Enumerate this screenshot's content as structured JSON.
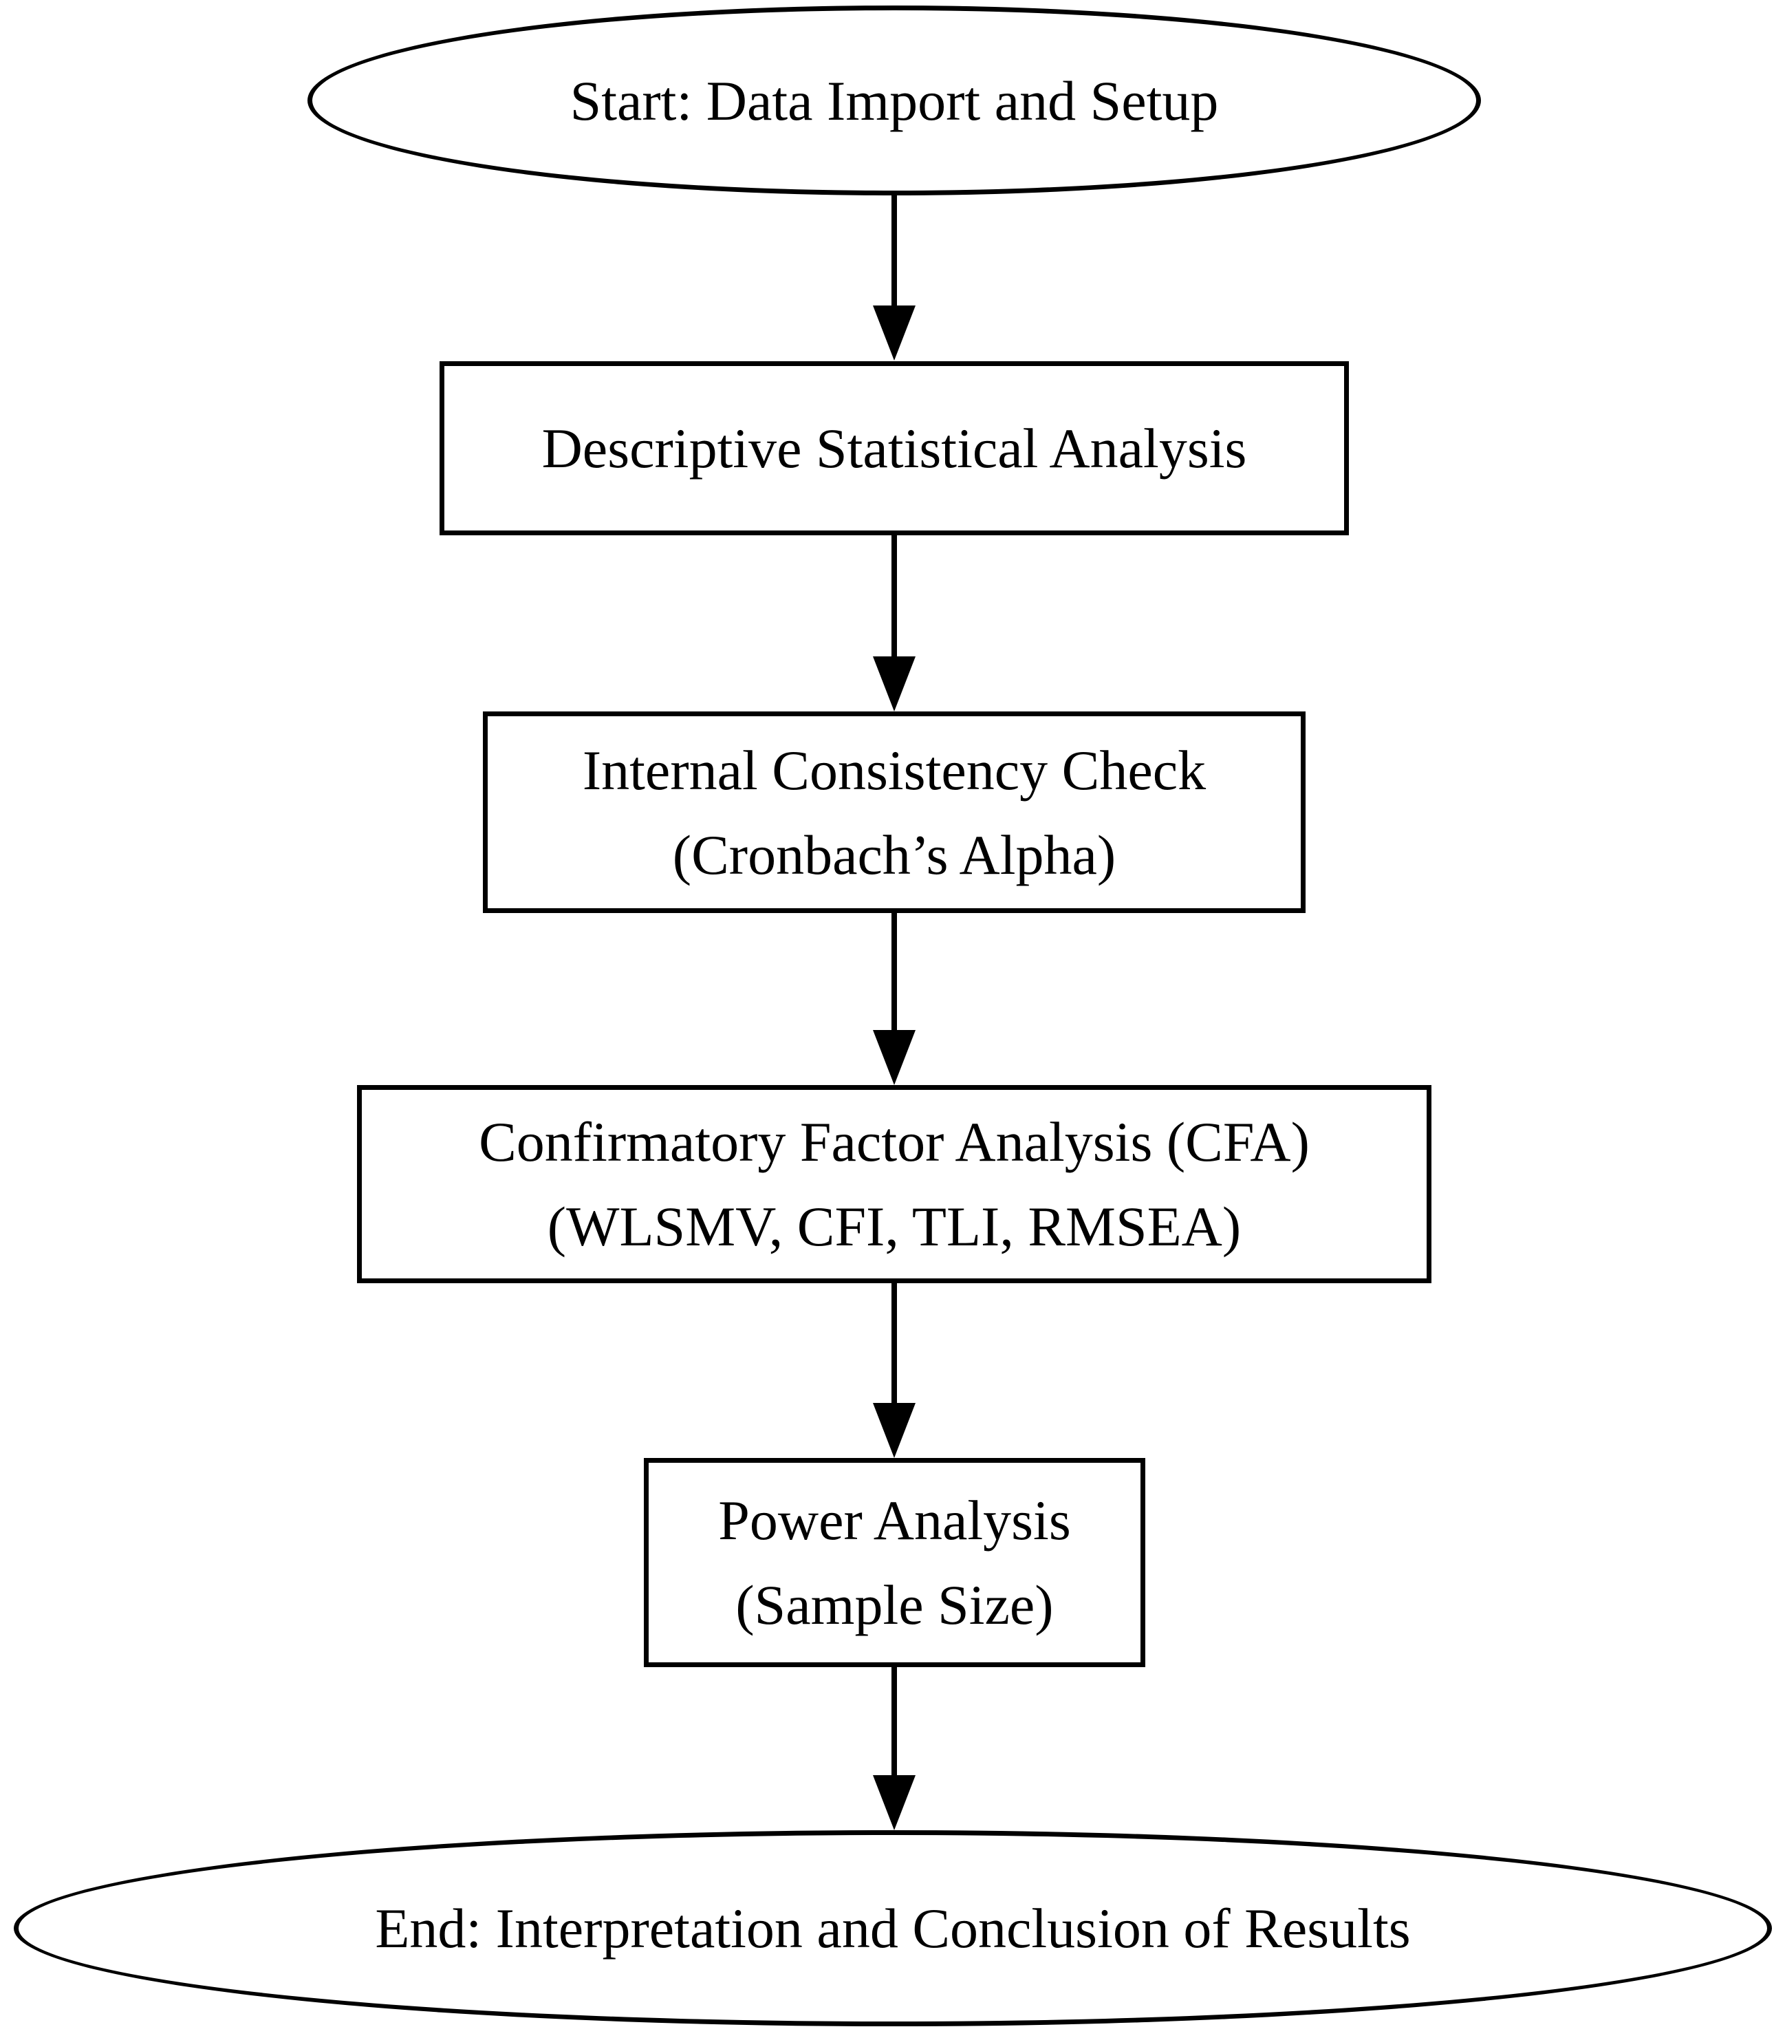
{
  "diagram": {
    "type": "flowchart",
    "direction": "top-to-bottom",
    "background_color": "#ffffff",
    "stroke_color": "#000000",
    "text_color": "#000000",
    "nodes": [
      {
        "id": "start",
        "shape": "ellipse",
        "role": "start-terminator",
        "lines": [
          "Start: Data Import and Setup"
        ]
      },
      {
        "id": "descriptive-analysis",
        "shape": "rectangle",
        "role": "process",
        "lines": [
          "Descriptive Statistical Analysis"
        ]
      },
      {
        "id": "internal-consistency",
        "shape": "rectangle",
        "role": "process",
        "lines": [
          "Internal Consistency Check",
          "(Cronbach’s Alpha)"
        ]
      },
      {
        "id": "cfa",
        "shape": "rectangle",
        "role": "process",
        "lines": [
          "Confirmatory Factor Analysis (CFA)",
          "(WLSMV, CFI, TLI, RMSEA)"
        ]
      },
      {
        "id": "power-analysis",
        "shape": "rectangle",
        "role": "process",
        "lines": [
          "Power Analysis",
          "(Sample Size)"
        ]
      },
      {
        "id": "end",
        "shape": "ellipse",
        "role": "end-terminator",
        "lines": [
          "End: Interpretation and Conclusion of Results"
        ]
      }
    ],
    "edges": [
      {
        "from": "start",
        "to": "descriptive-analysis",
        "style": "solid-arrow-down"
      },
      {
        "from": "descriptive-analysis",
        "to": "internal-consistency",
        "style": "solid-arrow-down"
      },
      {
        "from": "internal-consistency",
        "to": "cfa",
        "style": "solid-arrow-down"
      },
      {
        "from": "cfa",
        "to": "power-analysis",
        "style": "solid-arrow-down"
      },
      {
        "from": "power-analysis",
        "to": "end",
        "style": "solid-arrow-down"
      }
    ]
  }
}
